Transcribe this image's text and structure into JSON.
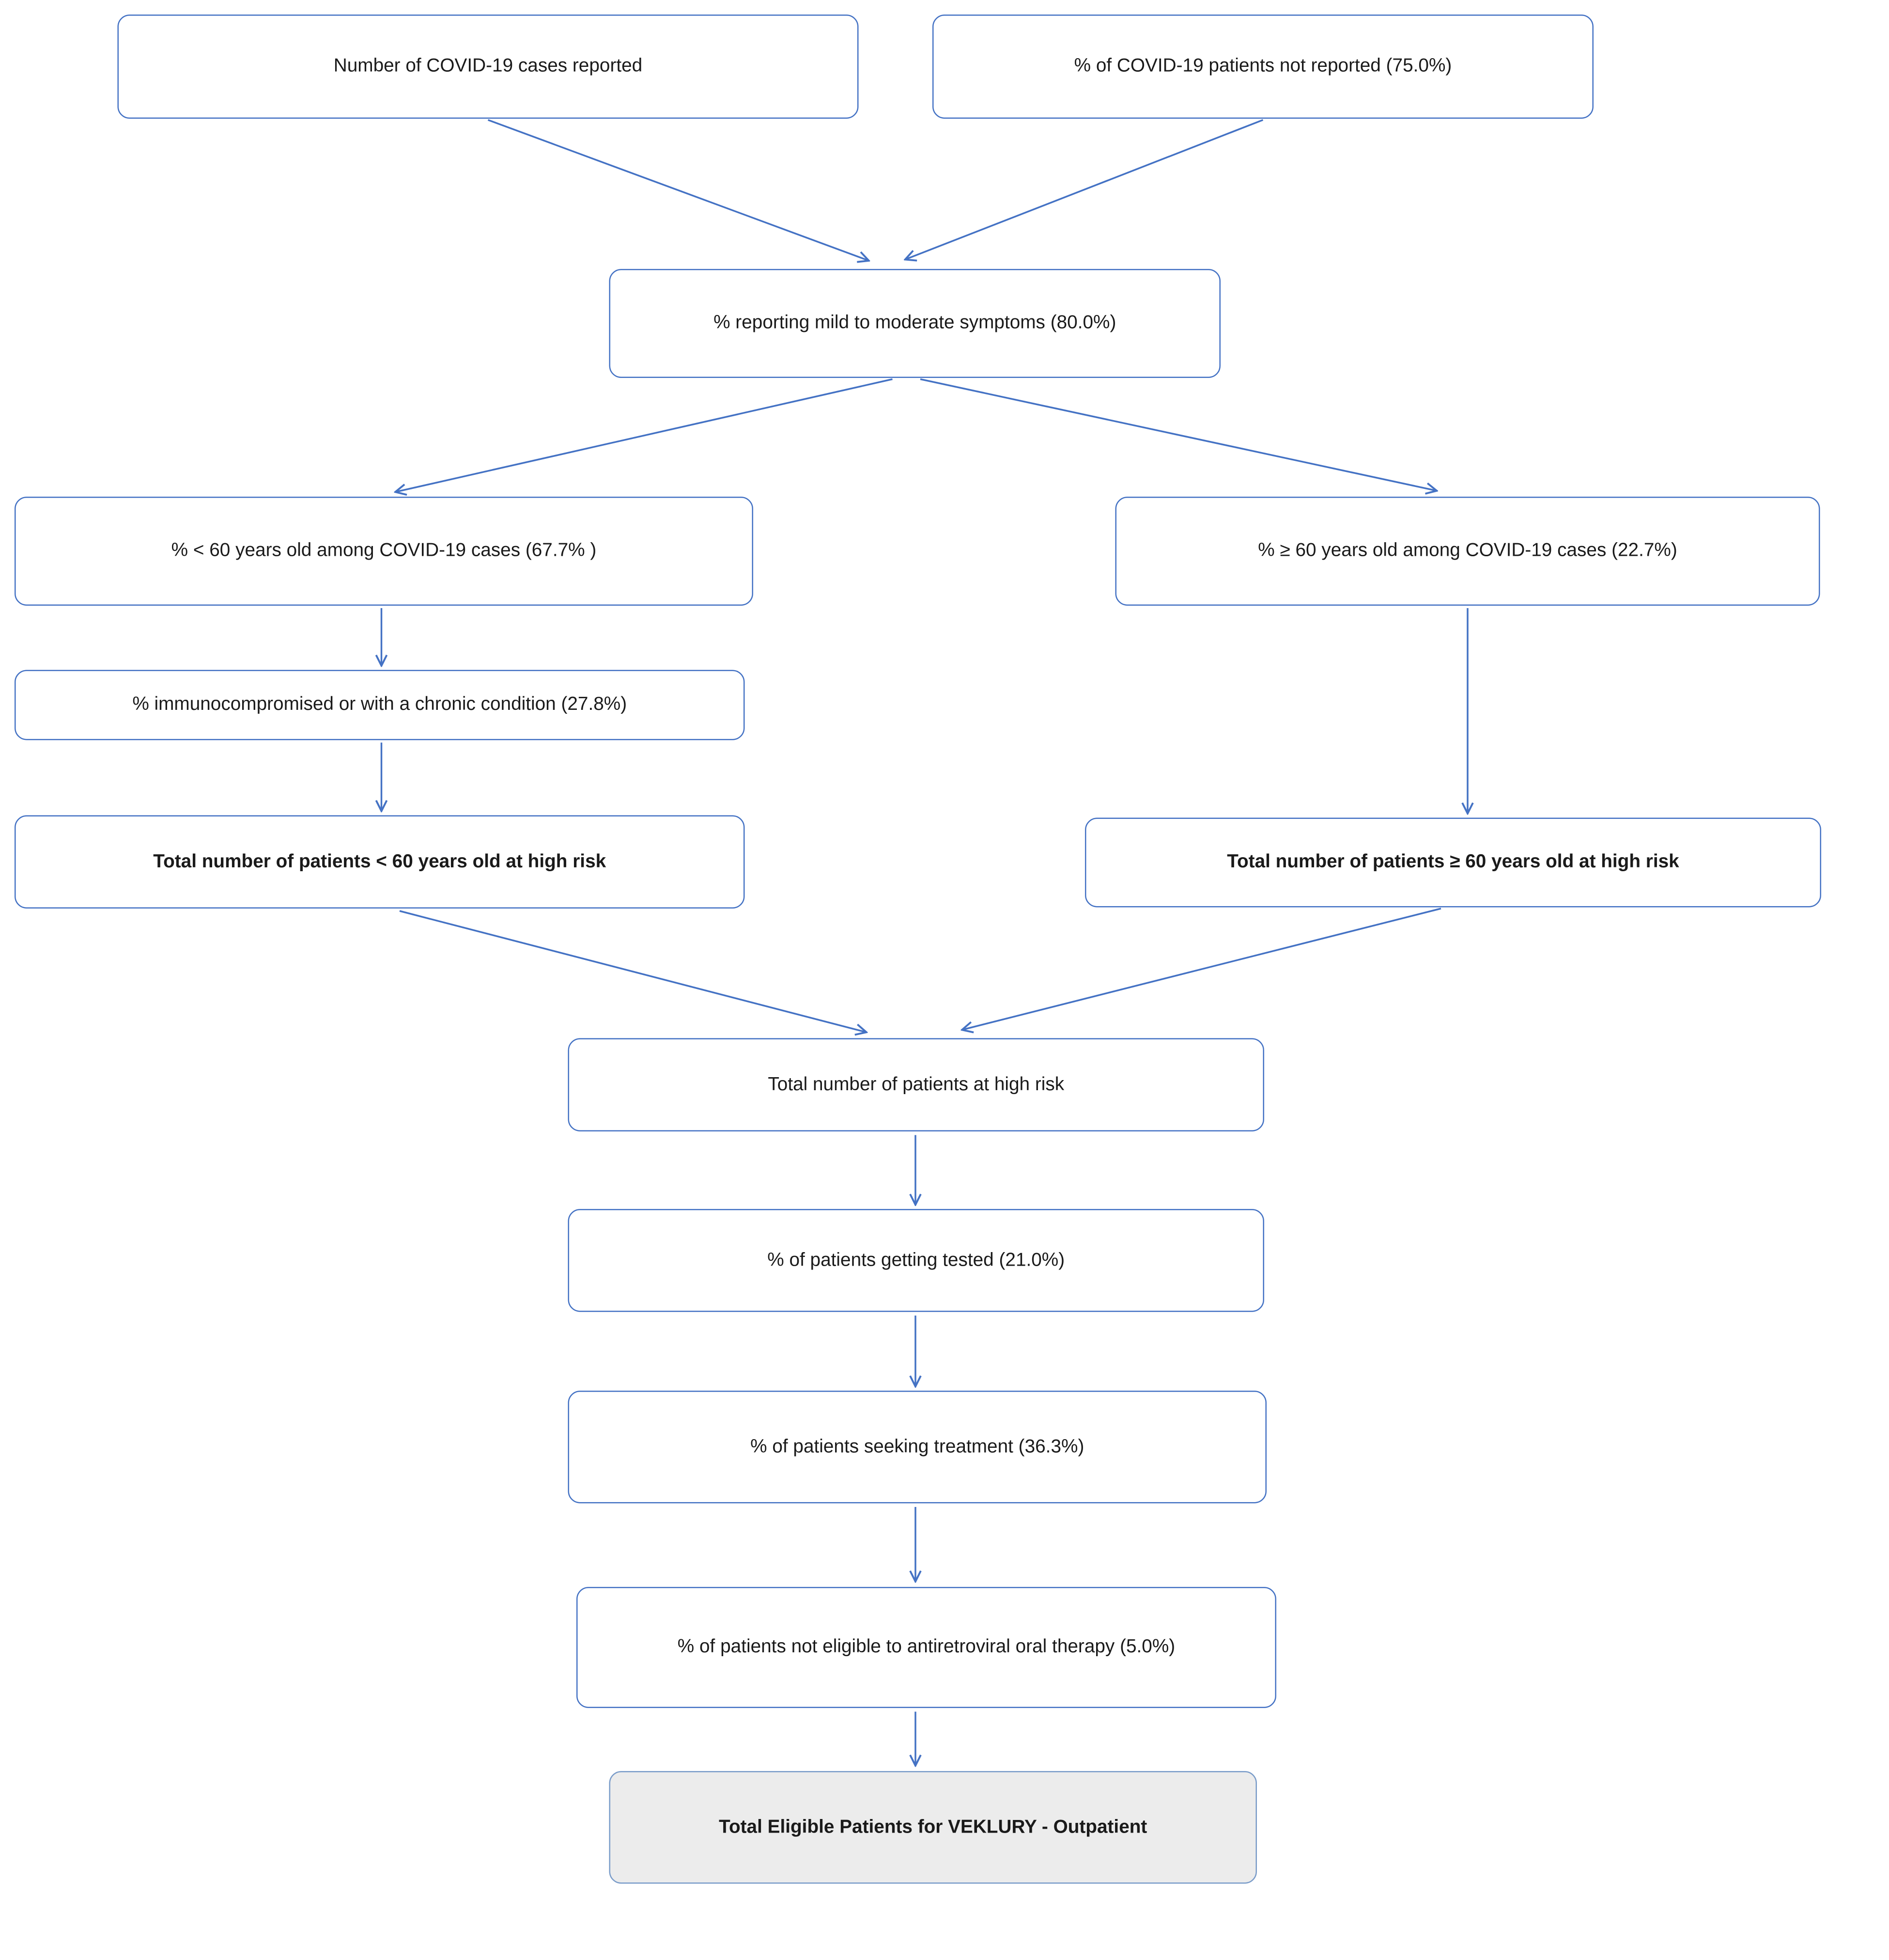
{
  "diagram": {
    "colors": {
      "box_border": "#4472C4",
      "arrow": "#4472C4",
      "final_box_fill": "#ECECEC",
      "text": "#1a1a1a"
    },
    "nodes": {
      "cases_reported": "Number of COVID-19 cases reported",
      "not_reported": "% of COVID-19 patients not reported (75.0%)",
      "mild_moderate": "% reporting mild to moderate symptoms (80.0%)",
      "under60": "% < 60 years old among COVID-19 cases (67.7% )",
      "over60": "% ≥ 60 years old among COVID-19 cases (22.7%)",
      "immunocompromised": "% immunocompromised or with a chronic condition (27.8%)",
      "total_under60": "Total number of patients < 60 years old at high risk",
      "total_over60": "Total number of patients  ≥  60 years old at high risk",
      "total_high_risk": "Total number of patients at high risk",
      "getting_tested": "% of patients getting tested (21.0%)",
      "seeking_treatment": "% of patients seeking treatment  (36.3%)",
      "not_eligible": "% of patients not eligible to antiretroviral oral therapy (5.0%)",
      "eligible_veklury": "Total Eligible Patients for VEKLURY - Outpatient"
    }
  }
}
